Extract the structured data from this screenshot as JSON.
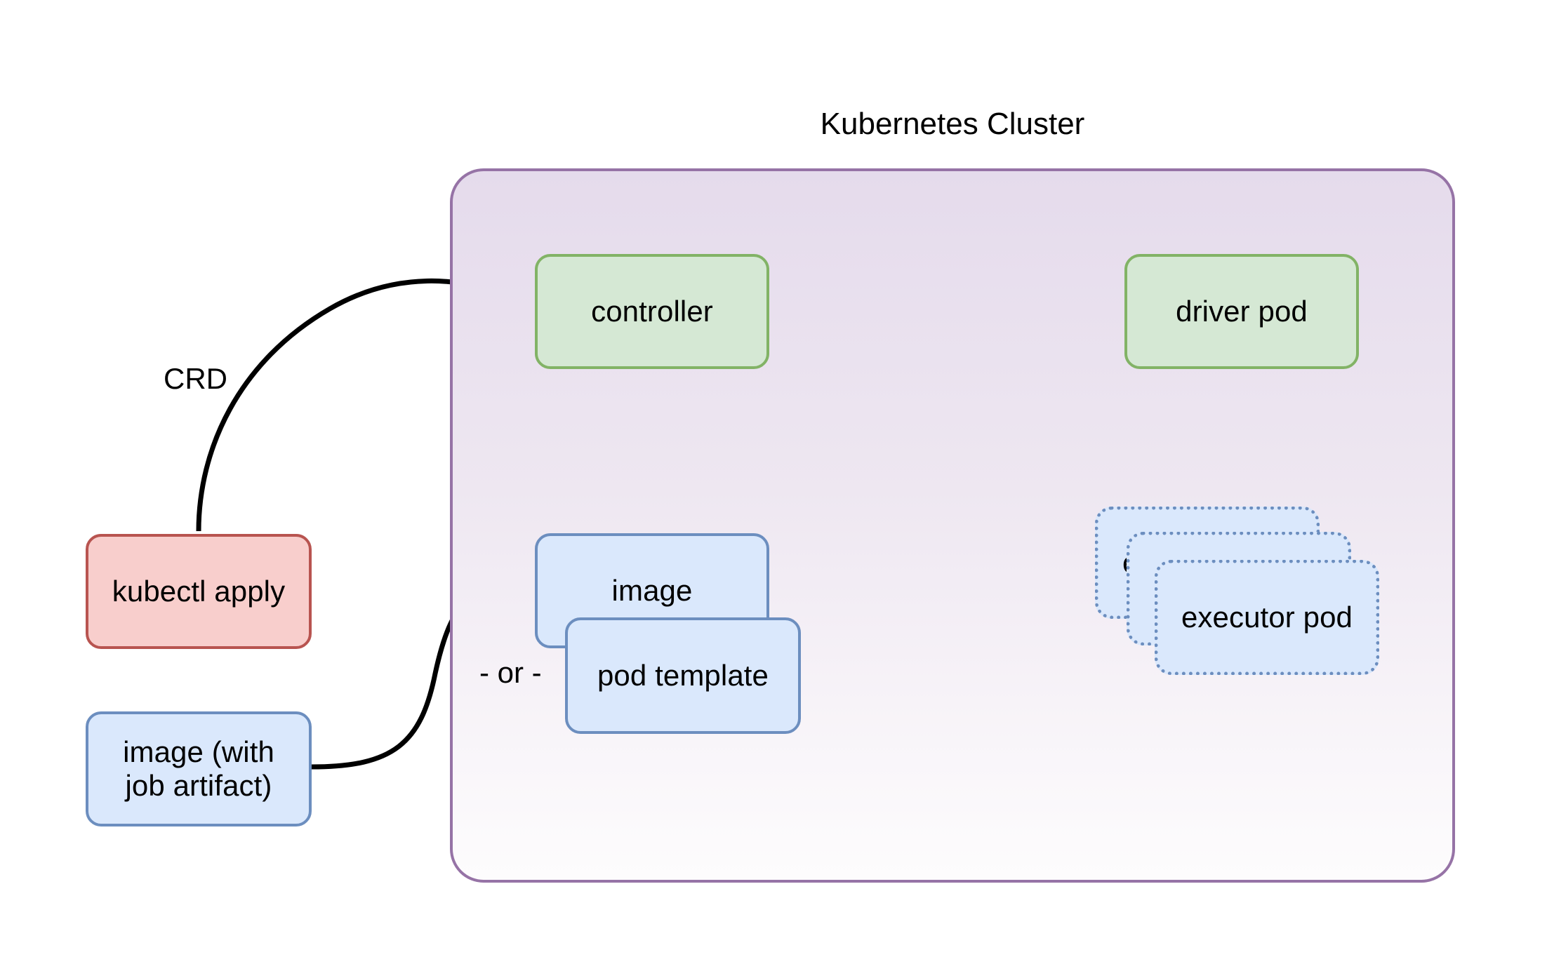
{
  "diagram": {
    "title": "Kubernetes Cluster",
    "type": "architecture-flow",
    "colors": {
      "cluster_border": "#9673a6",
      "cluster_fill_top": "#e5dbec",
      "cluster_fill_bottom": "#fdfcfd",
      "green_fill": "#d5e8d4",
      "green_border": "#82b366",
      "blue_fill": "#dae8fc",
      "blue_border": "#6c8ebf",
      "red_fill": "#f8cecc",
      "red_border": "#b85450",
      "edge_color": "#000000"
    }
  },
  "cluster": {
    "title": "Kubernetes Cluster",
    "nodes": {
      "controller": {
        "label": "controller",
        "style": "green"
      },
      "driver_pod": {
        "label": "driver pod",
        "style": "green"
      },
      "image": {
        "label": "image",
        "style": "blue"
      },
      "pod_template": {
        "label": "pod template",
        "style": "blue"
      },
      "executor_pods": {
        "style": "blue-dotted",
        "count": 3,
        "stack": [
          {
            "label": "executor pod",
            "visible_text": "e"
          },
          {
            "label": "executor pod",
            "visible_text": "e"
          },
          {
            "label": "executor pod",
            "visible_text": "executor pod"
          }
        ]
      }
    }
  },
  "external": {
    "kubectl_apply": {
      "label": "kubectl apply",
      "style": "red"
    },
    "image_job_artifact": {
      "label": "image (with\njob artifact)",
      "style": "blue"
    }
  },
  "edge_labels": {
    "crd": "CRD",
    "or": "- or -"
  },
  "edges": [
    {
      "from": "kubectl apply",
      "to": "controller",
      "label": "CRD",
      "style": "curved-solid-arrow"
    },
    {
      "from": "controller",
      "to": "driver pod",
      "label": "",
      "style": "solid-arrow"
    },
    {
      "from": "controller",
      "to": "image",
      "label": "",
      "style": "solid-double-arrow"
    },
    {
      "from": "image",
      "to": "executor pods",
      "label": "",
      "style": "curved-dotted-arrow"
    },
    {
      "from": "driver pod",
      "to": "executor pods",
      "label": "",
      "style": "solid-arrow"
    },
    {
      "from": "image (with job artifact)",
      "to": "image",
      "label": "",
      "style": "curved-solid-arrow"
    }
  ]
}
